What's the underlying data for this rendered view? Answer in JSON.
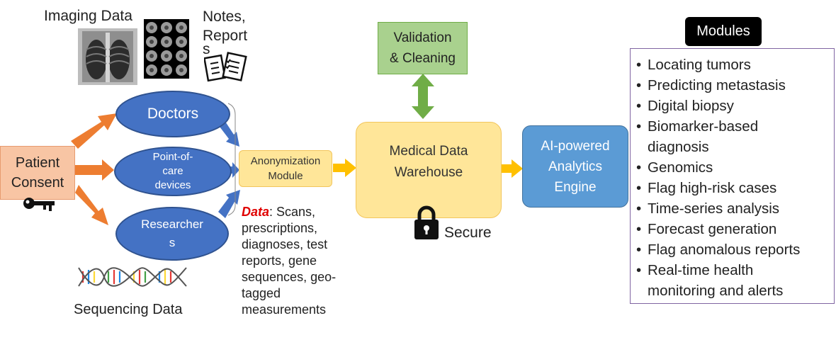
{
  "sources": {
    "imaging_data": "Imaging Data",
    "notes_line1": "Notes,",
    "notes_line2": "Report",
    "notes_line3": "s",
    "sequencing_data": "Sequencing Data"
  },
  "patient": {
    "line1": "Patient",
    "line2": "Consent"
  },
  "actors": {
    "doctors": "Doctors",
    "poc_line1": "Point-of-",
    "poc_line2": "care",
    "poc_line3": "devices",
    "researchers_line1": "Researcher",
    "researchers_line2": "s"
  },
  "anonymization": {
    "line1": "Anonymization",
    "line2": "Module"
  },
  "data_note": {
    "keyword": "Data",
    "text": ": Scans, prescriptions, diagnoses, test reports, gene sequences, geo-tagged measurements"
  },
  "validation": {
    "line1": "Validation",
    "line2": "& Cleaning"
  },
  "warehouse": {
    "line1": "Medical Data",
    "line2": "Warehouse"
  },
  "secure_label": "Secure",
  "engine": {
    "line1": "AI-powered",
    "line2": "Analytics",
    "line3": "Engine"
  },
  "modules": {
    "title": "Modules",
    "items": [
      "Locating tumors",
      "Predicting metastasis",
      "Digital biopsy",
      "Biomarker-based diagnosis",
      "Genomics",
      "Flag high-risk cases",
      "Time-series analysis",
      "Forecast generation",
      "Flag anomalous reports",
      "Real-time health monitoring and alerts"
    ]
  },
  "colors": {
    "orange_arrow": "#ed7d31",
    "blue_arrow": "#4472c4",
    "yellow_arrow": "#ffc000",
    "green_arrow": "#70ad47",
    "ellipse_fill": "#4472c4",
    "patient_fill": "#f8c5a4",
    "anon_fill": "#ffe699",
    "engine_fill": "#5b9bd5",
    "validation_fill": "#a9d18e",
    "modules_border": "#8064a2"
  },
  "icons": [
    "chest-xray-icon",
    "brain-scan-icon",
    "notes-report-icon",
    "key-icon",
    "dna-helix-icon",
    "padlock-icon"
  ]
}
